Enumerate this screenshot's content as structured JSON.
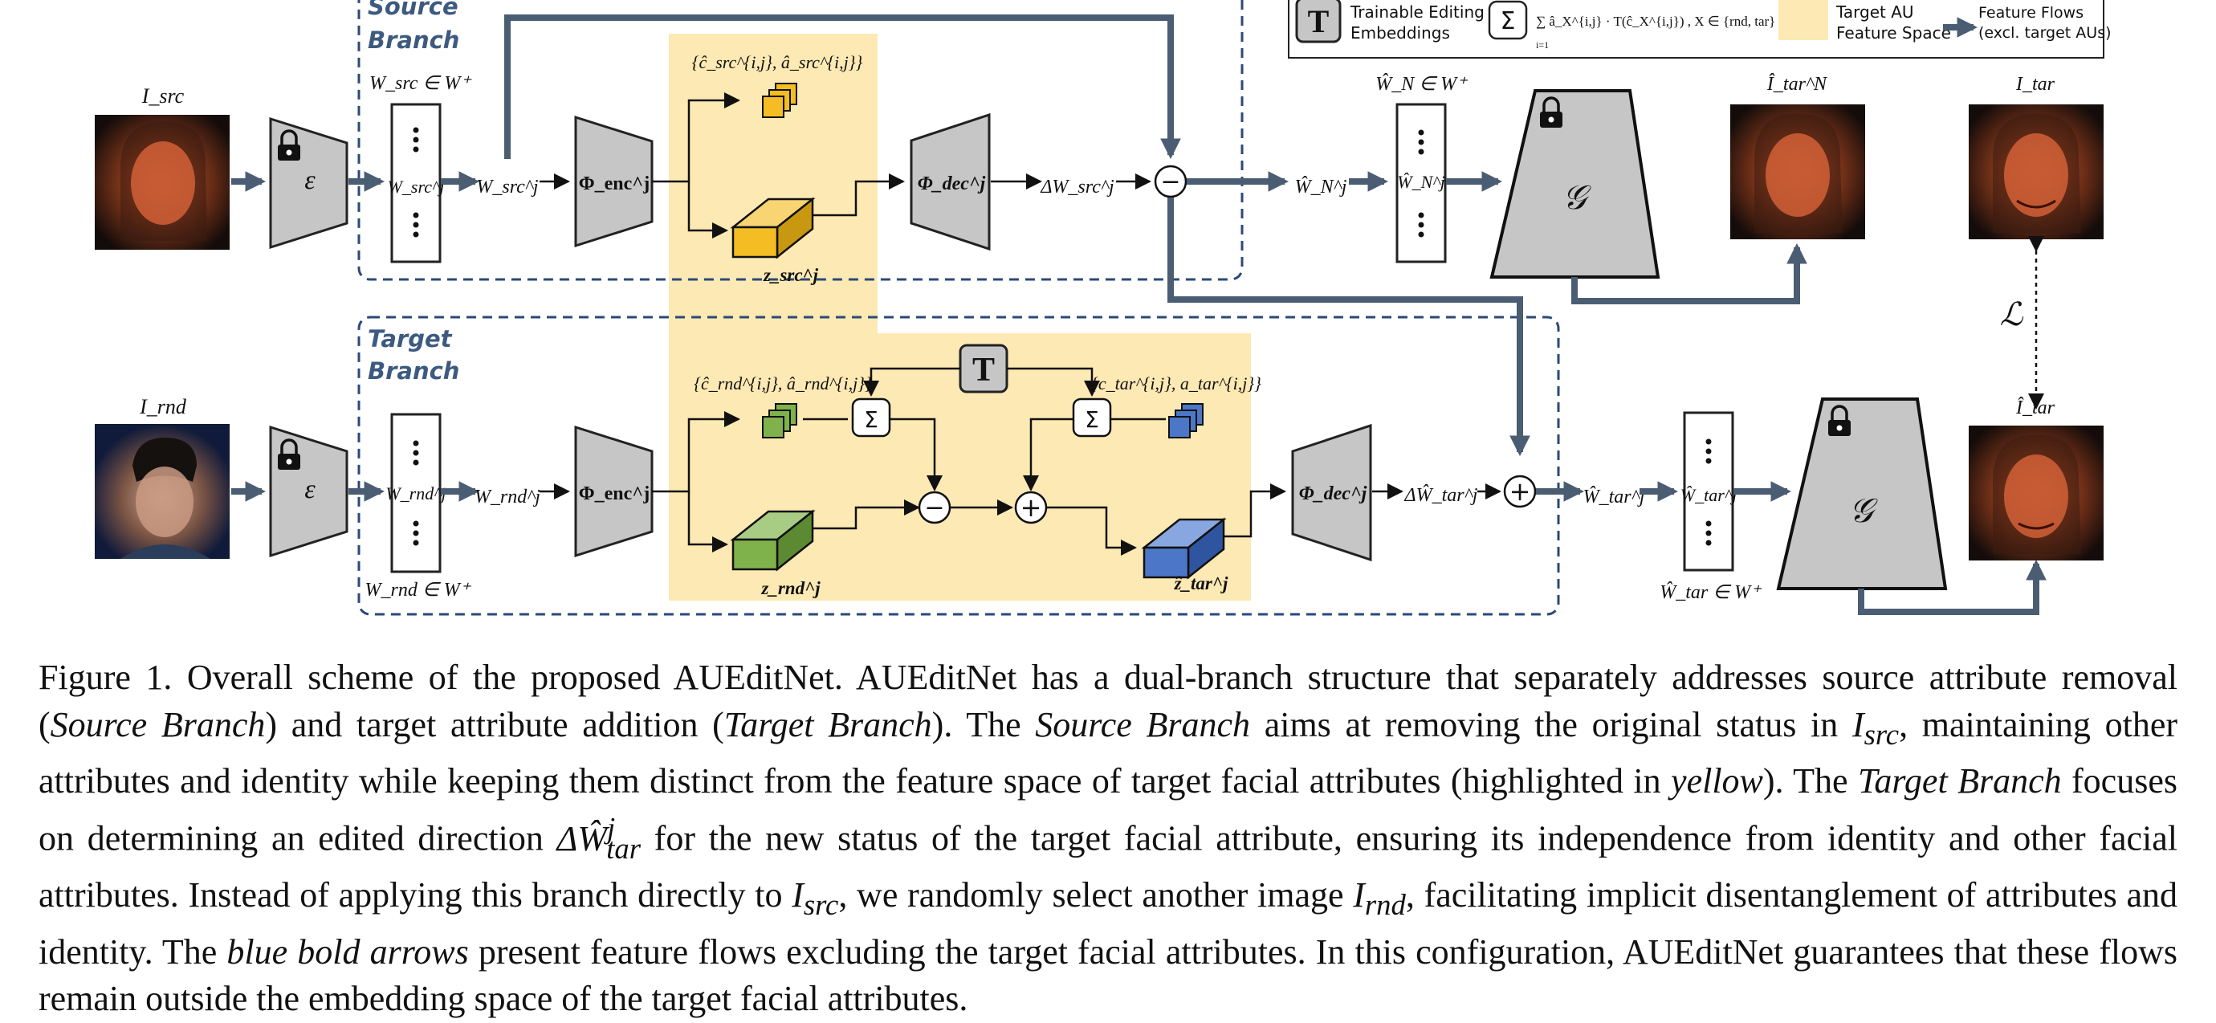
{
  "figure": {
    "branches": {
      "source": [
        "Source",
        "Branch"
      ],
      "target": [
        "Target",
        "Branch"
      ]
    },
    "legend": {
      "trainable_icon": "T",
      "trainable_label": [
        "Trainable Editing",
        "Embeddings"
      ],
      "sum_icon": "Σ",
      "sum_formula": "∑ â_X^{i,j} · T(ĉ_X^{i,j}) , X ∈ {rnd, tar}",
      "sum_limit": "i=1",
      "target_au_label": [
        "Target AU",
        "Feature Space"
      ],
      "feature_flows_label": [
        "Feature Flows",
        "(excl. target AUs)"
      ]
    },
    "images": {
      "src": "I_src",
      "rnd": "I_rnd",
      "tar_n": "Î_tar^N",
      "tar": "I_tar",
      "tar_hat": "Î_tar"
    },
    "blocks": {
      "encoder_e": "ε",
      "phi_enc": "Φ_enc^j",
      "phi_dec": "Φ_dec^j",
      "generator": "𝒢",
      "lock_icon": "lock"
    },
    "vectors": {
      "w_src_space": "W_src ∈ W⁺",
      "w_src_j_in": "W_src^j",
      "w_src_j_out": "W_src^j",
      "w_rnd_space": "W_rnd ∈ W⁺",
      "w_rnd_j_in": "W_rnd^j",
      "w_rnd_j_out": "W_rnd^j",
      "w_n_space": "Ŵ_N ∈ W⁺",
      "w_n_j_in": "Ŵ_N^j",
      "w_n_j_out": "Ŵ_N^j",
      "w_tar_space": "Ŵ_tar ∈ W⁺",
      "w_tar_j_in": "Ŵ_tar^j",
      "w_tar_j_out": "Ŵ_tar^j",
      "delta_src": "ΔW_src^j",
      "delta_tar": "ΔŴ_tar^j",
      "c_src": "{ĉ_src^{i,j}, â_src^{i,j}}",
      "c_rnd": "{ĉ_rnd^{i,j}, â_rnd^{i,j}}",
      "c_tar": "{c_tar^{i,j}, a_tar^{i,j}}",
      "z_src": "z_src^j",
      "z_rnd": "z_rnd^j",
      "z_tar": "ẑ_tar^j",
      "loss": "ℒ"
    },
    "ops": {
      "minus": "−",
      "plus": "+",
      "sum": "Σ"
    },
    "colors": {
      "flow": "#4a5d73",
      "dashed_box": "#2a4a78",
      "au_space": "#fde9b3",
      "block_fill": "#c6c6c6",
      "src_cube": "#f3bd23",
      "rnd_cube": "#7fb24b",
      "tar_cube": "#4c76c7"
    }
  },
  "caption": {
    "label": "Figure 1.",
    "s1": " Overall scheme of the proposed AUEditNet. AUEditNet has a dual-branch structure that separately addresses source attribute removal (",
    "i1": "Source Branch",
    "s2": ") and target attribute addition (",
    "i2": "Target Branch",
    "s3": "). The ",
    "i3": "Source Branch",
    "s4": " aims at removing the original status in ",
    "m1": "I",
    "m1sub": "src",
    "s5": ", maintaining other attributes and identity while keeping them distinct from the feature space of target facial attributes (highlighted in ",
    "i4": "yellow",
    "s6": "). The ",
    "i5": "Target Branch",
    "s7": " focuses on determining an edited direction ",
    "m2": "ΔŴ",
    "m2sup": "j",
    "m2sub": "tar",
    "s8": " for the new status of the target facial attribute, ensuring its independence from identity and other facial attributes. Instead of applying this branch directly to ",
    "m3": "I",
    "m3sub": "src",
    "s9": ", we randomly select another image ",
    "m4": "I",
    "m4sub": "rnd",
    "s10": ", facilitating implicit disentanglement of attributes and identity. The ",
    "i6": "blue bold arrows",
    "s11": " present feature flows excluding the target facial attributes. In this configuration, AUEditNet guarantees that these flows remain outside the embedding space of the target facial attributes."
  }
}
